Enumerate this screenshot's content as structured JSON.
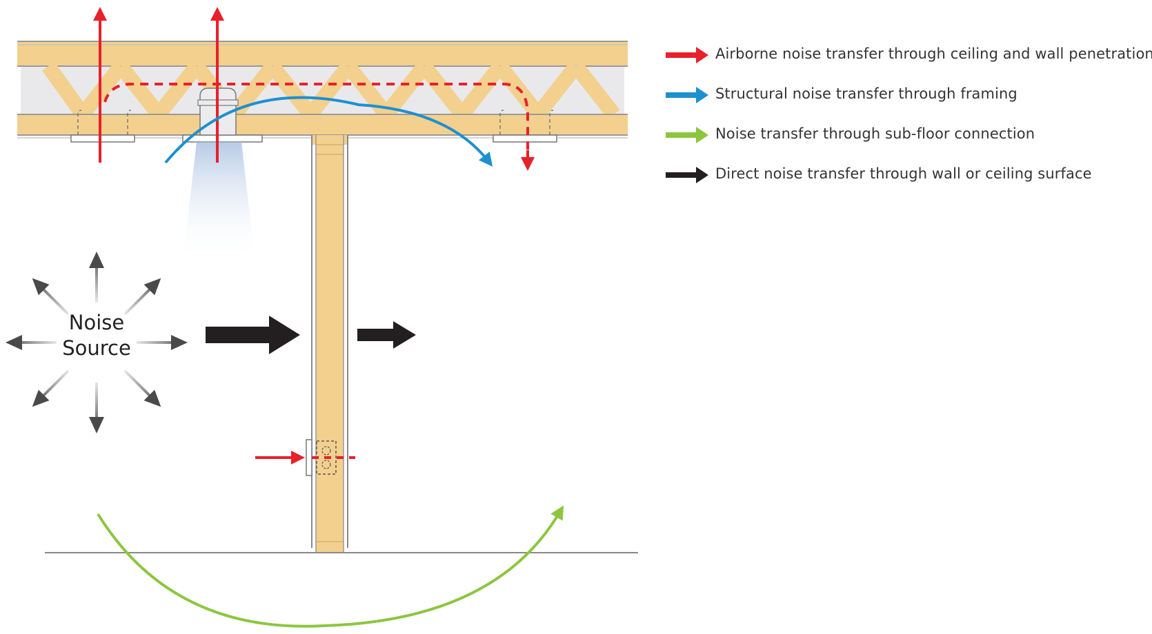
{
  "source": {
    "line1": "Noise",
    "line2": "Source"
  },
  "colors": {
    "airborne": "#e8202a",
    "structural": "#1e8fd0",
    "subfloor": "#8cc63f",
    "direct": "#231f20",
    "wood": "#f3d08e",
    "wood_stroke": "#c9a25e"
  },
  "legend": [
    {
      "color_key": "airborne",
      "icon": "red-arrow-icon",
      "label": "Airborne noise transfer through ceiling and wall penetrations"
    },
    {
      "color_key": "structural",
      "icon": "blue-arrow-icon",
      "label": "Structural noise transfer through framing"
    },
    {
      "color_key": "subfloor",
      "icon": "green-arrow-icon",
      "label": "Noise transfer through sub-floor connection"
    },
    {
      "color_key": "direct",
      "icon": "black-arrow-icon",
      "label": "Direct noise transfer through wall or ceiling surface"
    }
  ]
}
